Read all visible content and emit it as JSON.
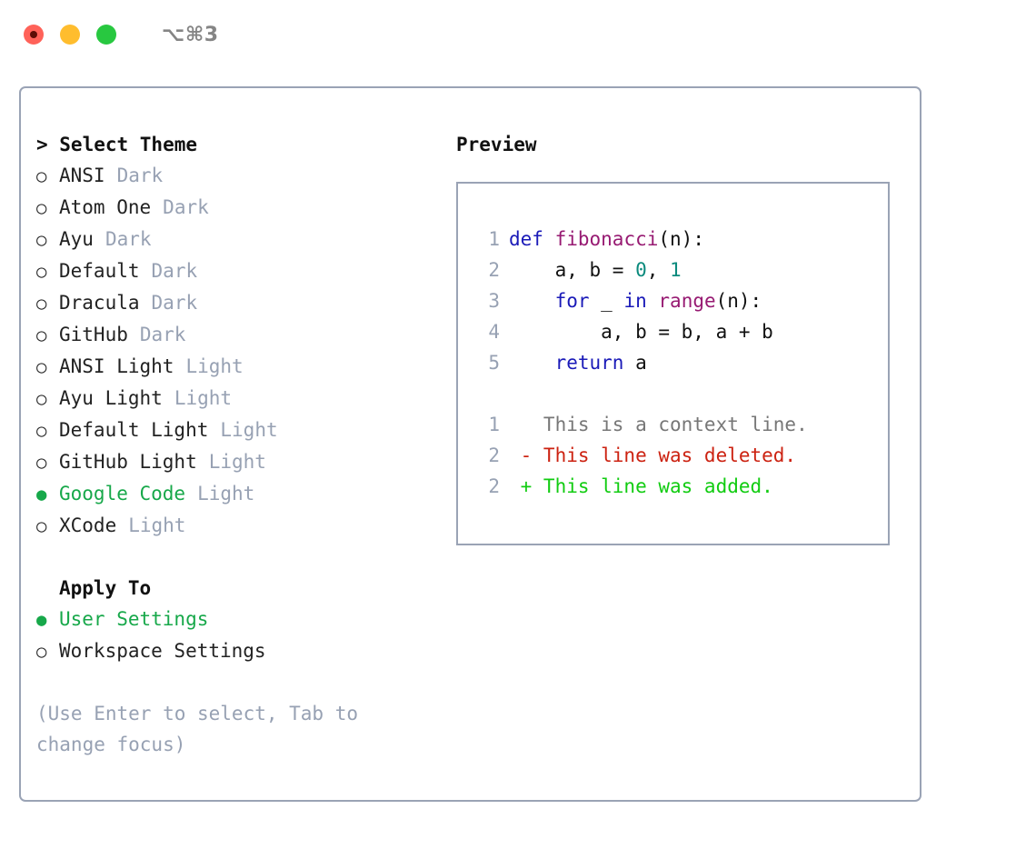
{
  "window": {
    "title": "⌥⌘3",
    "traffic_lights": [
      "close",
      "minimize",
      "maximize"
    ]
  },
  "left_panel": {
    "heading": "> Select Theme",
    "themes": [
      {
        "marker": "○",
        "name": "ANSI",
        "tag": "Dark",
        "selected": false
      },
      {
        "marker": "○",
        "name": "Atom One",
        "tag": "Dark",
        "selected": false
      },
      {
        "marker": "○",
        "name": "Ayu",
        "tag": "Dark",
        "selected": false
      },
      {
        "marker": "○",
        "name": "Default",
        "tag": "Dark",
        "selected": false
      },
      {
        "marker": "○",
        "name": "Dracula",
        "tag": "Dark",
        "selected": false
      },
      {
        "marker": "○",
        "name": "GitHub",
        "tag": "Dark",
        "selected": false
      },
      {
        "marker": "○",
        "name": "ANSI Light",
        "tag": "Light",
        "selected": false
      },
      {
        "marker": "○",
        "name": "Ayu Light",
        "tag": "Light",
        "selected": false
      },
      {
        "marker": "○",
        "name": "Default Light",
        "tag": "Light",
        "selected": false
      },
      {
        "marker": "○",
        "name": "GitHub Light",
        "tag": "Light",
        "selected": false
      },
      {
        "marker": "●",
        "name": "Google Code",
        "tag": "Light",
        "selected": true
      },
      {
        "marker": "○",
        "name": "XCode",
        "tag": "Light",
        "selected": false
      }
    ],
    "apply_to": {
      "heading": "Apply To",
      "options": [
        {
          "marker": "●",
          "name": "User Settings",
          "selected": true
        },
        {
          "marker": "○",
          "name": "Workspace Settings",
          "selected": false
        }
      ]
    },
    "hint": "(Use Enter to select, Tab to change focus)"
  },
  "right_panel": {
    "heading": "Preview",
    "code_lines": [
      {
        "no": "1",
        "tokens": [
          {
            "t": "def",
            "c": "kw"
          },
          {
            "t": " ",
            "c": "pl"
          },
          {
            "t": "fibonacci",
            "c": "fn"
          },
          {
            "t": "(n):",
            "c": "pl"
          }
        ]
      },
      {
        "no": "2",
        "tokens": [
          {
            "t": "    a, b = ",
            "c": "pl"
          },
          {
            "t": "0",
            "c": "num"
          },
          {
            "t": ", ",
            "c": "pl"
          },
          {
            "t": "1",
            "c": "num"
          }
        ]
      },
      {
        "no": "3",
        "tokens": [
          {
            "t": "    ",
            "c": "pl"
          },
          {
            "t": "for",
            "c": "kw"
          },
          {
            "t": " _ ",
            "c": "pl"
          },
          {
            "t": "in",
            "c": "kw"
          },
          {
            "t": " ",
            "c": "pl"
          },
          {
            "t": "range",
            "c": "fn"
          },
          {
            "t": "(n):",
            "c": "pl"
          }
        ]
      },
      {
        "no": "4",
        "tokens": [
          {
            "t": "        a, b = b, a + b",
            "c": "pl"
          }
        ]
      },
      {
        "no": "5",
        "tokens": [
          {
            "t": "    ",
            "c": "pl"
          },
          {
            "t": "return",
            "c": "kw"
          },
          {
            "t": " a",
            "c": "pl"
          }
        ]
      }
    ],
    "diff_lines": [
      {
        "no": "1",
        "tokens": [
          {
            "t": "   This is a context line.",
            "c": "ctx"
          }
        ]
      },
      {
        "no": "2",
        "tokens": [
          {
            "t": " - This line was deleted.",
            "c": "del"
          }
        ]
      },
      {
        "no": "2",
        "tokens": [
          {
            "t": " + This line was added.",
            "c": "add"
          }
        ]
      }
    ]
  },
  "colors": {
    "border": "#9aa3b5",
    "accent_green": "#17a84a",
    "muted": "#97a1b3",
    "keyword": "#1a1ab8",
    "function": "#971a72",
    "number": "#0b8a7d",
    "diff_added": "#11cc11",
    "diff_deleted": "#cc2211"
  }
}
